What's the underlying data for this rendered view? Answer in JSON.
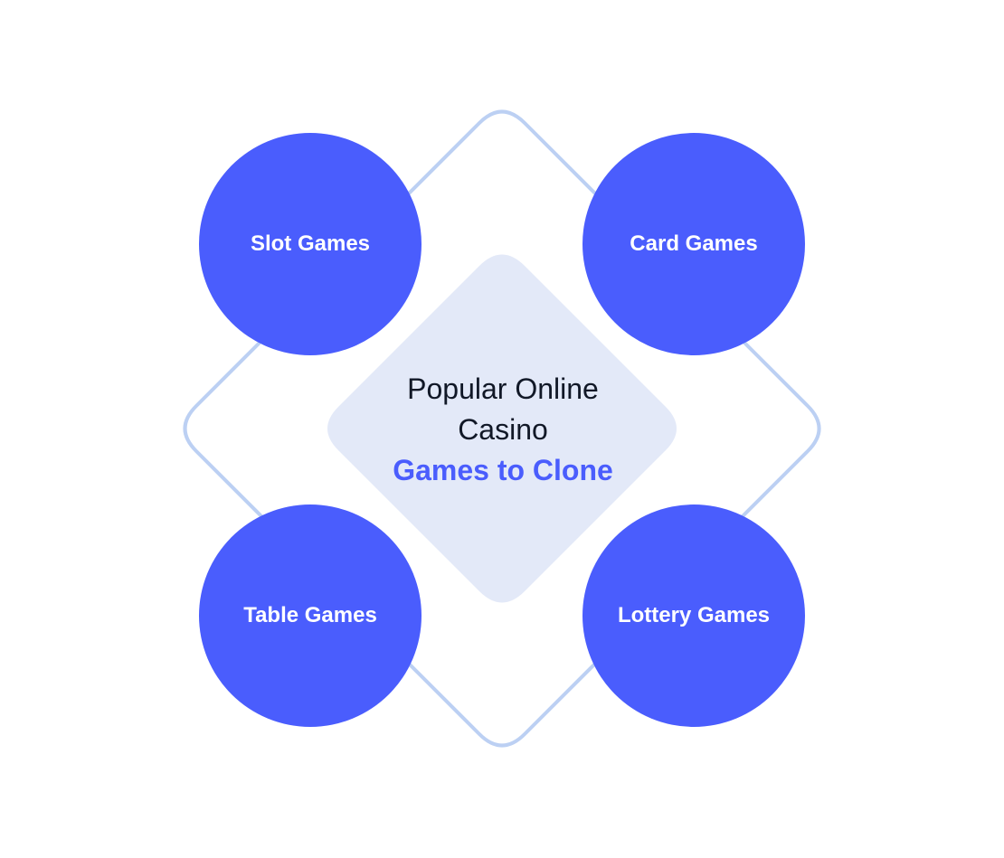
{
  "diagram": {
    "center": {
      "line1": "Popular Online",
      "line2": "Casino",
      "line3": "Games to Clone"
    },
    "nodes": [
      {
        "id": "slot",
        "label": "Slot Games"
      },
      {
        "id": "card",
        "label": "Card Games"
      },
      {
        "id": "table",
        "label": "Table Games"
      },
      {
        "id": "lottery",
        "label": "Lottery Games"
      }
    ]
  },
  "colors": {
    "node_fill": "#4a5dfd",
    "outline_stroke": "#bcd0f3",
    "center_fill": "#e3e9f8",
    "accent_text": "#4a5dfd",
    "body_text": "#111827",
    "background": "#ffffff"
  }
}
